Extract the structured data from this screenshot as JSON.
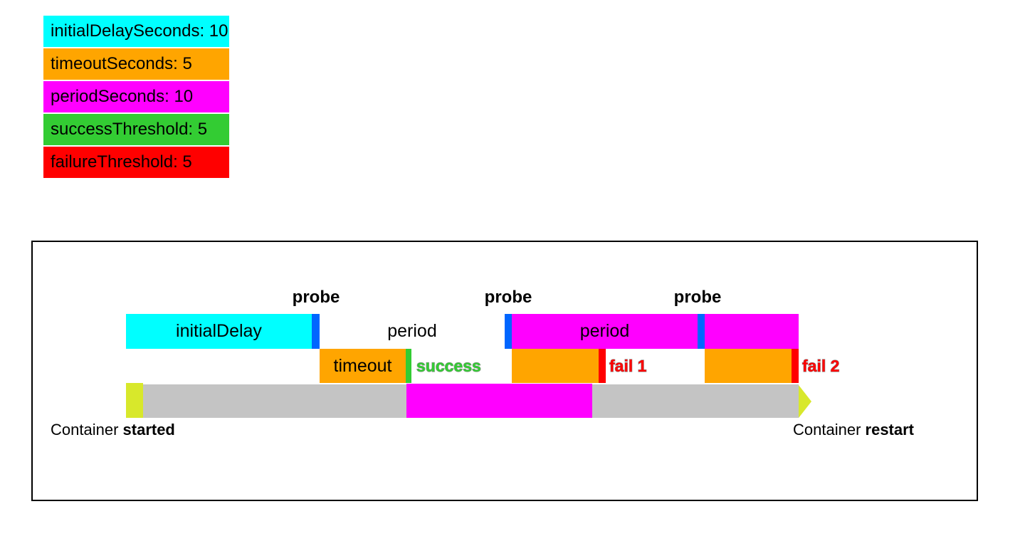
{
  "legend": {
    "items": [
      {
        "label": "initialDelaySeconds: 10",
        "color": "#00ffff"
      },
      {
        "label": "timeoutSeconds: 5",
        "color": "#ffa500"
      },
      {
        "label": "periodSeconds: 10",
        "color": "#ff00ff"
      },
      {
        "label": "successThreshold: 5",
        "color": "#33cc33"
      },
      {
        "label": "failureThreshold: 5",
        "color": "#ff0000"
      }
    ]
  },
  "diagram": {
    "probe_label_1": "probe",
    "probe_label_2": "probe",
    "probe_label_3": "probe",
    "initial_delay_label": "initialDelay",
    "period_gap_label": "period",
    "period_bar_label": "period",
    "timeout_label": "timeout",
    "success_label": "success",
    "fail_1_label": "fail 1",
    "fail_2_label": "fail 2",
    "container_started_prefix": "Container",
    "container_started_bold": "started",
    "container_restart_prefix": "Container",
    "container_restart_bold": "restart",
    "colors": {
      "initial_delay": "#00ffff",
      "timeout": "#ffa500",
      "period": "#ff00ff",
      "success": "#33cc33",
      "failure": "#ff0000",
      "probe_tick": "#0066ff",
      "timeline_gray": "#c4c4c4",
      "lifecycle_yellow": "#d8e82b",
      "success_text": "#33cc33",
      "fail_text": "#ff0000"
    }
  }
}
